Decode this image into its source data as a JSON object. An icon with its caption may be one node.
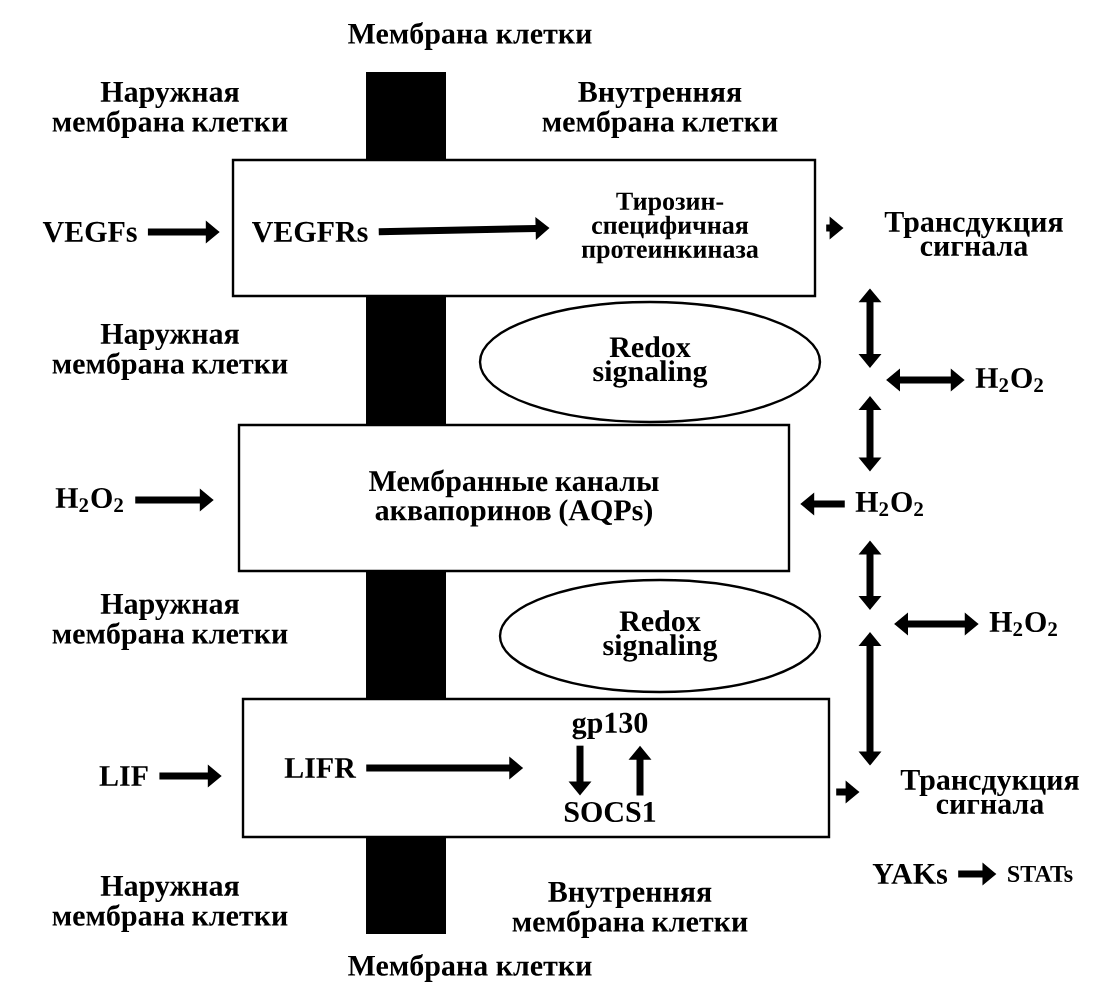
{
  "diagram": {
    "nodes": [
      {
        "text": [],
        "shape": "box"
      },
      {
        "text": [
          "VEGFRs"
        ],
        "in": 0
      },
      {
        "text": [
          "Тирозин-специфичная протеинкиназа"
        ],
        "in": 0
      },
      {
        "text": [
          "VEGFs"
        ]
      },
      {
        "text": [
          "Трансдукция сигнала"
        ]
      },
      {
        "text": [
          "Redox signaling"
        ]
      },
      {
        "text": [
          "H$_{2}$O$_{2}$"
        ]
      },
      {
        "text": [
          "Мембранные каналы аквапоринов (AQPs)"
        ]
      },
      {
        "text": [
          "H$_{2}$O$_{2}$"
        ]
      },
      {
        "text": [
          "H$_{2}$O$_{2}$"
        ]
      },
      {
        "text": [
          "Redox signaling"
        ]
      },
      {
        "text": [
          "H$_{2}$O$_{2}$"
        ]
      },
      {
        "text": [],
        "shape": "box"
      },
      {
        "text": [
          "LIFR"
        ],
        "in": 12
      },
      {
        "text": [
          "gp130"
        ],
        "in": 12
      },
      {
        "text": [
          "SOCS1"
        ],
        "in": 12
      },
      {
        "text": [
          "LIF"
        ]
      },
      {
        "text": [
          "Трансдукция сигнала"
        ]
      },
      {
        "text": [
          "YAKs"
        ]
      },
      {
        "text": [
          "STATs"
        ]
      }
    ],
    "edges": [
      {
        "from": 3,
        "to": 0,
        "arrow": "to"
      },
      {
        "from": 1,
        "to": 2,
        "arrow": "to"
      },
      {
        "from": 0,
        "to": 4,
        "arrow": "to"
      },
      {
        "from": null,
        "to": 4,
        "arrow": "both"
      },
      {
        "from": null,
        "to": 6,
        "arrow": "both"
      },
      {
        "from": null,
        "to": 9,
        "arrow": "both"
      },
      {
        "from": 9,
        "to": 7,
        "arrow": "to"
      },
      {
        "from": 8,
        "to": 7,
        "arrow": "to"
      },
      {
        "from": 9,
        "to": null,
        "arrow": "both"
      },
      {
        "from": null,
        "to": 11,
        "arrow": "both"
      },
      {
        "from": null,
        "to": 17,
        "arrow": "both"
      },
      {
        "from": 16,
        "to": 12,
        "arrow": "to"
      },
      {
        "from": 13,
        "to": 14,
        "arrow": "to"
      },
      {
        "from": 14,
        "to": 15,
        "arrow": "to"
      },
      {
        "from": 15,
        "to": 14,
        "arrow": "to"
      },
      {
        "from": 12,
        "to": 17,
        "arrow": "to"
      },
      {
        "from": 18,
        "to": 19,
        "arrow": "to"
      }
    ],
    "labels": [
      "Мембрана клетки",
      "Наружная мембрана клетки",
      "Внутренняя мембрана клетки",
      "Наружная мембрана клетки",
      "Наружная мембрана клетки",
      "Наружная мембрана клетки",
      "Внутренняя мембрана клетки",
      "Мембрана клетки"
    ]
  }
}
